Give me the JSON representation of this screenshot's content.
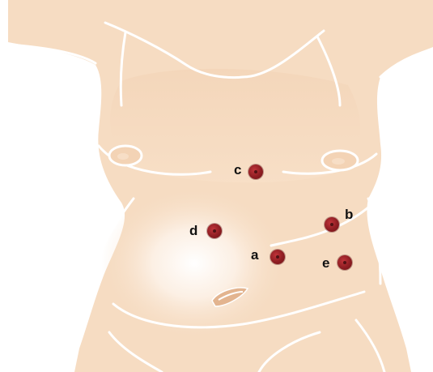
{
  "colors": {
    "skin": "#f6dcc2",
    "skin_shadow": "#edc7a6",
    "outline": "#ffffff",
    "marker": "#8e1d22",
    "label": "#111111",
    "background": "#ffffff"
  },
  "points": [
    {
      "id": "c",
      "label": "c"
    },
    {
      "id": "b",
      "label": "b"
    },
    {
      "id": "d",
      "label": "d"
    },
    {
      "id": "a",
      "label": "a"
    },
    {
      "id": "e",
      "label": "e"
    }
  ]
}
